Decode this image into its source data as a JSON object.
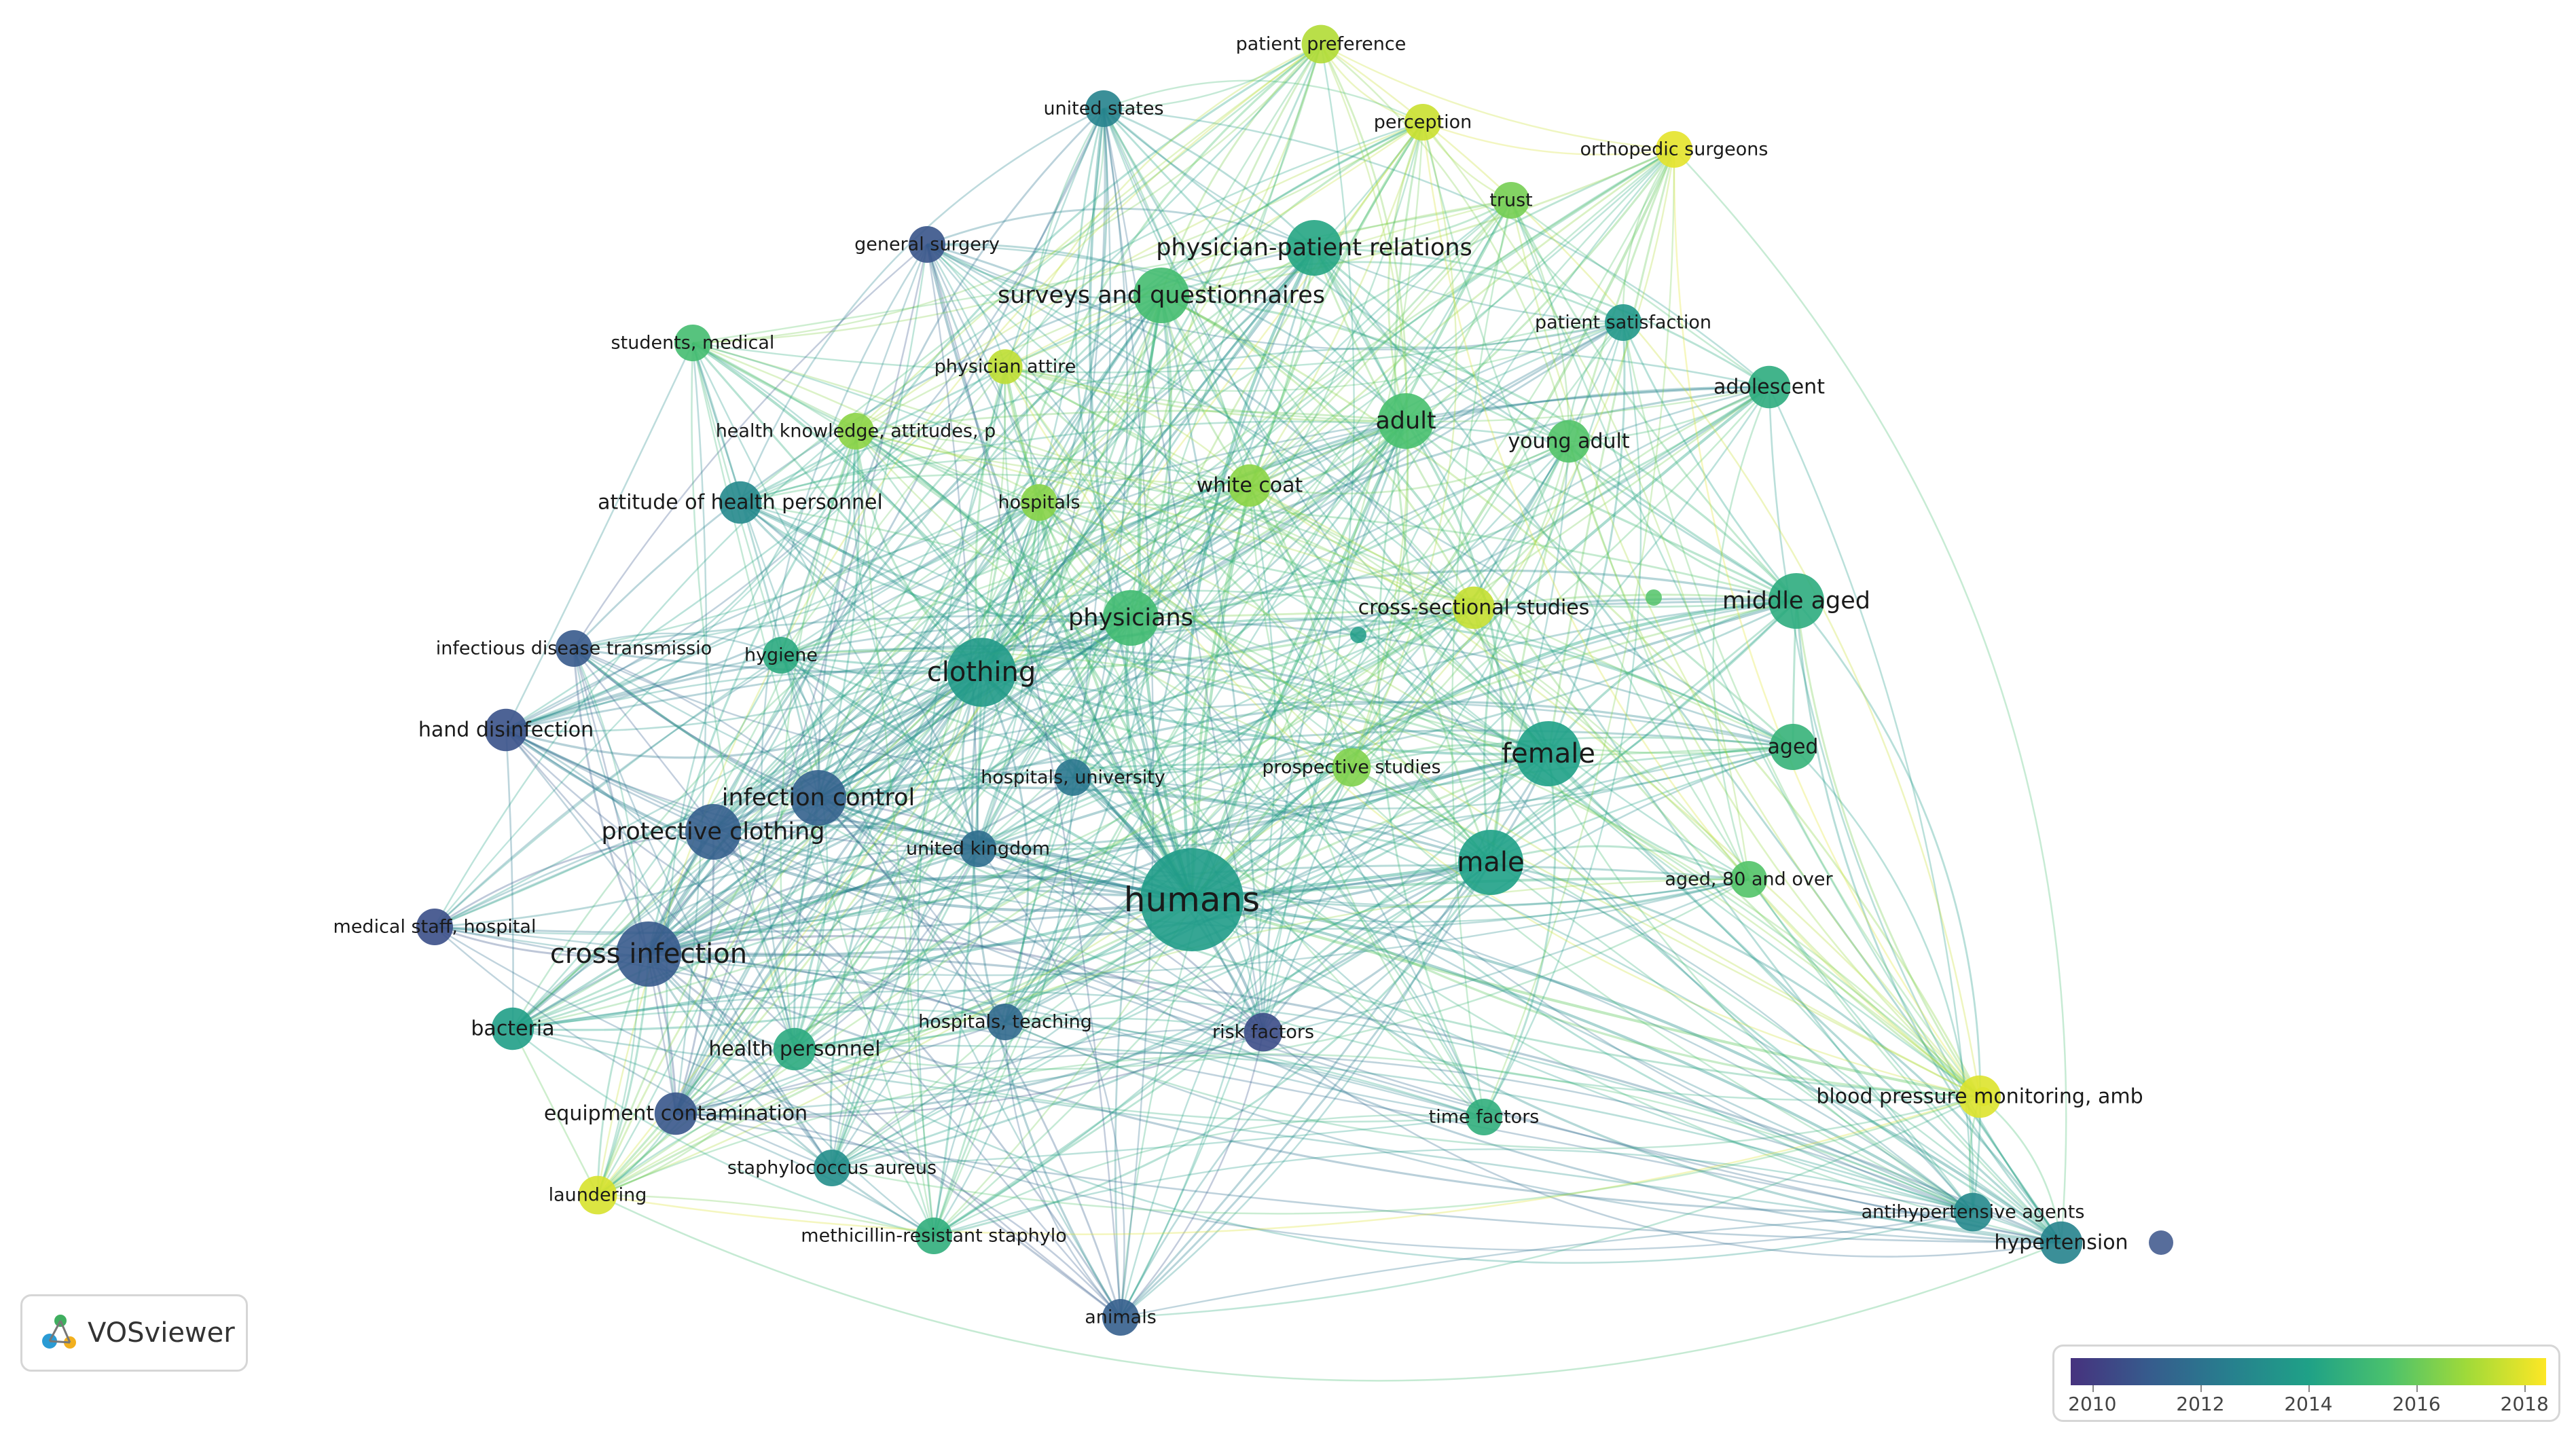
{
  "app": {
    "name": "VOSviewer"
  },
  "colors": {
    "scale": [
      "#46327e",
      "#365c8d",
      "#277f8e",
      "#1fa187",
      "#4ac16d",
      "#a0da39",
      "#fde725"
    ],
    "label": "#1a1a1a"
  },
  "legend": {
    "range": [
      2009.6,
      2018.4
    ],
    "ticks": [
      "2010",
      "2012",
      "2014",
      "2016",
      "2018"
    ]
  },
  "nodes": [
    {
      "id": "humans",
      "label": "humans",
      "size": 5,
      "year": 2013.8
    },
    {
      "id": "clothing",
      "label": "clothing",
      "size": 3.2,
      "year": 2013.7
    },
    {
      "id": "female",
      "label": "female",
      "size": 3,
      "year": 2014.0
    },
    {
      "id": "male",
      "label": "male",
      "size": 3,
      "year": 2014.0
    },
    {
      "id": "cross-infection",
      "label": "cross infection",
      "size": 3,
      "year": 2011.0
    },
    {
      "id": "infection-control",
      "label": "infection control",
      "size": 2.5,
      "year": 2011.3
    },
    {
      "id": "protective-clothing",
      "label": "protective clothing",
      "size": 2.5,
      "year": 2011.2
    },
    {
      "id": "physicians",
      "label": "physicians",
      "size": 2.5,
      "year": 2015.2
    },
    {
      "id": "surveys-and-questionnaires",
      "label": "surveys and questionnaires",
      "size": 2.5,
      "year": 2015.3
    },
    {
      "id": "physician-patient-relations",
      "label": "physician-patient relations",
      "size": 2.5,
      "year": 2014.2
    },
    {
      "id": "adult",
      "label": "adult",
      "size": 2.5,
      "year": 2015.4
    },
    {
      "id": "middle-aged",
      "label": "middle aged",
      "size": 2.5,
      "year": 2014.5
    },
    {
      "id": "aged",
      "label": "aged",
      "size": 2,
      "year": 2014.8
    },
    {
      "id": "young-adult",
      "label": "young adult",
      "size": 1.8,
      "year": 2015.6
    },
    {
      "id": "adolescent",
      "label": "adolescent",
      "size": 1.8,
      "year": 2014.5
    },
    {
      "id": "patient-satisfaction",
      "label": "patient satisfaction",
      "size": 1.5,
      "year": 2013.6
    },
    {
      "id": "trust",
      "label": "trust",
      "size": 1.5,
      "year": 2016.2
    },
    {
      "id": "orthopedic-surgeons",
      "label": "orthopedic surgeons",
      "size": 1.5,
      "year": 2018.0
    },
    {
      "id": "perception",
      "label": "perception",
      "size": 1.5,
      "year": 2017.6
    },
    {
      "id": "patient-preference",
      "label": "patient preference",
      "size": 1.6,
      "year": 2017.2
    },
    {
      "id": "united-states",
      "label": "united states",
      "size": 1.5,
      "year": 2012.7
    },
    {
      "id": "general-surgery",
      "label": "general surgery",
      "size": 1.5,
      "year": 2010.8
    },
    {
      "id": "students-medical",
      "label": "students, medical",
      "size": 1.5,
      "year": 2015.3
    },
    {
      "id": "physician-attire",
      "label": "physician attire",
      "size": 1.4,
      "year": 2017.4
    },
    {
      "id": "health-knowledge",
      "label": "health knowledge, attitudes, p",
      "size": 1.5,
      "year": 2016.6
    },
    {
      "id": "attitude-health-personnel",
      "label": "attitude of health personnel",
      "size": 1.8,
      "year": 2012.9
    },
    {
      "id": "hospitals",
      "label": "hospitals",
      "size": 1.5,
      "year": 2016.5
    },
    {
      "id": "white-coat",
      "label": "white coat",
      "size": 1.8,
      "year": 2016.6
    },
    {
      "id": "cross-sectional-studies",
      "label": "cross-sectional studies",
      "size": 1.8,
      "year": 2017.5
    },
    {
      "id": "infectious-disease-transmission",
      "label": "infectious disease transmissio",
      "size": 1.5,
      "year": 2011.0
    },
    {
      "id": "hygiene",
      "label": "hygiene",
      "size": 1.5,
      "year": 2014.4
    },
    {
      "id": "hand-disinfection",
      "label": "hand disinfection",
      "size": 1.8,
      "year": 2010.7
    },
    {
      "id": "hospitals-university",
      "label": "hospitals, university",
      "size": 1.5,
      "year": 2012.2
    },
    {
      "id": "prospective-studies",
      "label": "prospective studies",
      "size": 1.6,
      "year": 2016.4
    },
    {
      "id": "united-kingdom",
      "label": "united kingdom",
      "size": 1.5,
      "year": 2011.8
    },
    {
      "id": "aged-80",
      "label": "aged, 80 and over",
      "size": 1.5,
      "year": 2015.6
    },
    {
      "id": "medical-staff-hospital",
      "label": "medical staff, hospital",
      "size": 1.5,
      "year": 2010.6
    },
    {
      "id": "bacteria",
      "label": "bacteria",
      "size": 1.8,
      "year": 2013.9
    },
    {
      "id": "health-personnel",
      "label": "health personnel",
      "size": 1.8,
      "year": 2014.4
    },
    {
      "id": "hospitals-teaching",
      "label": "hospitals, teaching",
      "size": 1.5,
      "year": 2011.6
    },
    {
      "id": "risk-factors",
      "label": "risk factors",
      "size": 1.6,
      "year": 2010.5
    },
    {
      "id": "equipment-contamination",
      "label": "equipment contamination",
      "size": 1.8,
      "year": 2010.9
    },
    {
      "id": "laundering",
      "label": "laundering",
      "size": 1.6,
      "year": 2017.8
    },
    {
      "id": "staphylococcus-aureus",
      "label": "staphylococcus aureus",
      "size": 1.5,
      "year": 2013.2
    },
    {
      "id": "mrsa",
      "label": "methicillin-resistant staphylo",
      "size": 1.5,
      "year": 2014.6
    },
    {
      "id": "animals",
      "label": "animals",
      "size": 1.5,
      "year": 2011.2
    },
    {
      "id": "time-factors",
      "label": "time factors",
      "size": 1.5,
      "year": 2014.6
    },
    {
      "id": "bp-monitoring",
      "label": "blood pressure monitoring, amb",
      "size": 1.8,
      "year": 2017.9
    },
    {
      "id": "antihypertensive-agents",
      "label": "antihypertensive agents",
      "size": 1.6,
      "year": 2012.9
    },
    {
      "id": "hypertension",
      "label": "hypertension",
      "size": 1.8,
      "year": 2012.7
    }
  ]
}
